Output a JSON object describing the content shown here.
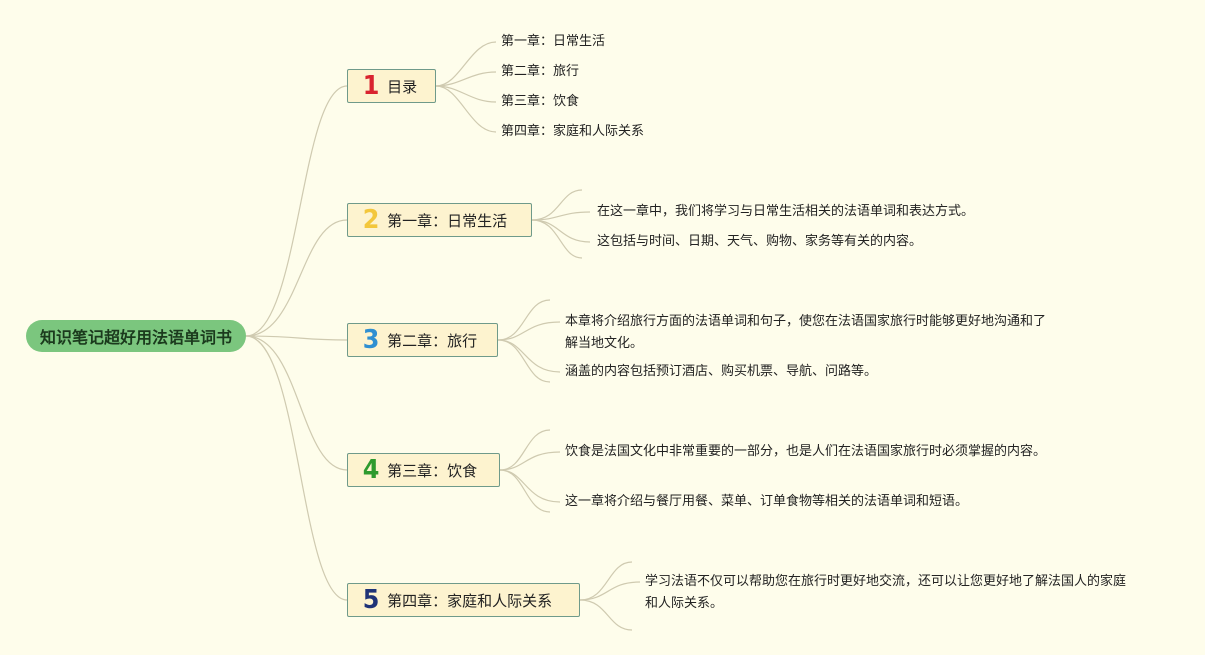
{
  "root": {
    "label": "知识笔记超好用法语单词书"
  },
  "colors": {
    "background": "#fefdeb",
    "root": "#7bc67e",
    "topic": "#fdf3cf",
    "link": "#cfcab0"
  },
  "branches": [
    {
      "number": "1",
      "number_color": "#d9232f",
      "label": "目录",
      "leaves": [
        "第一章：日常生活",
        "第二章：旅行",
        "第三章：饮食",
        "第四章：家庭和人际关系"
      ]
    },
    {
      "number": "2",
      "number_color": "#f3c73c",
      "label": "第一章：日常生活",
      "leaves": [
        "在这一章中，我们将学习与日常生活相关的法语单词和表达方式。",
        "这包括与时间、日期、天气、购物、家务等有关的内容。"
      ]
    },
    {
      "number": "3",
      "number_color": "#2f8fd1",
      "label": "第二章：旅行",
      "leaves": [
        "本章将介绍旅行方面的法语单词和句子，使您在法语国家旅行时能够更好地沟通和了解当地文化。",
        "涵盖的内容包括预订酒店、购买机票、导航、问路等。"
      ]
    },
    {
      "number": "4",
      "number_color": "#2e9a2e",
      "label": "第三章：饮食",
      "leaves": [
        "饮食是法国文化中非常重要的一部分，也是人们在法语国家旅行时必须掌握的内容。",
        "这一章将介绍与餐厅用餐、菜单、订单食物等相关的法语单词和短语。"
      ]
    },
    {
      "number": "5",
      "number_color": "#1f3377",
      "label": "第四章：家庭和人际关系",
      "leaves": [
        "学习法语不仅可以帮助您在旅行时更好地交流，还可以让您更好地了解法国人的家庭和人际关系。"
      ]
    }
  ]
}
